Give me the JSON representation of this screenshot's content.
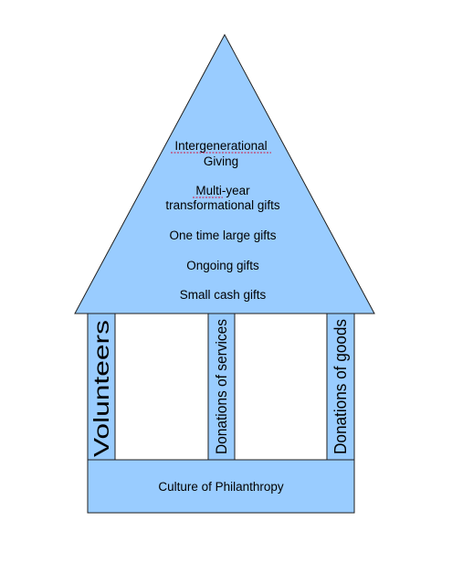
{
  "roof": {
    "levels": [
      {
        "lines": [
          "Intergenerational",
          "Giving"
        ]
      },
      {
        "lines": [
          "Multi-year",
          "transformational gifts"
        ]
      },
      {
        "lines": [
          "One time large gifts"
        ]
      },
      {
        "lines": [
          "Ongoing gifts"
        ]
      },
      {
        "lines": [
          "Small cash gifts"
        ]
      }
    ]
  },
  "pillars": [
    {
      "label": "Volunteers"
    },
    {
      "label": "Donations of services"
    },
    {
      "label": "Donations of goods"
    }
  ],
  "foundation": {
    "label": "Culture of Philanthropy"
  },
  "colors": {
    "fill": "#99ccff",
    "stroke": "#1f1f1f",
    "spellcheck_underline": "#d4143c"
  }
}
